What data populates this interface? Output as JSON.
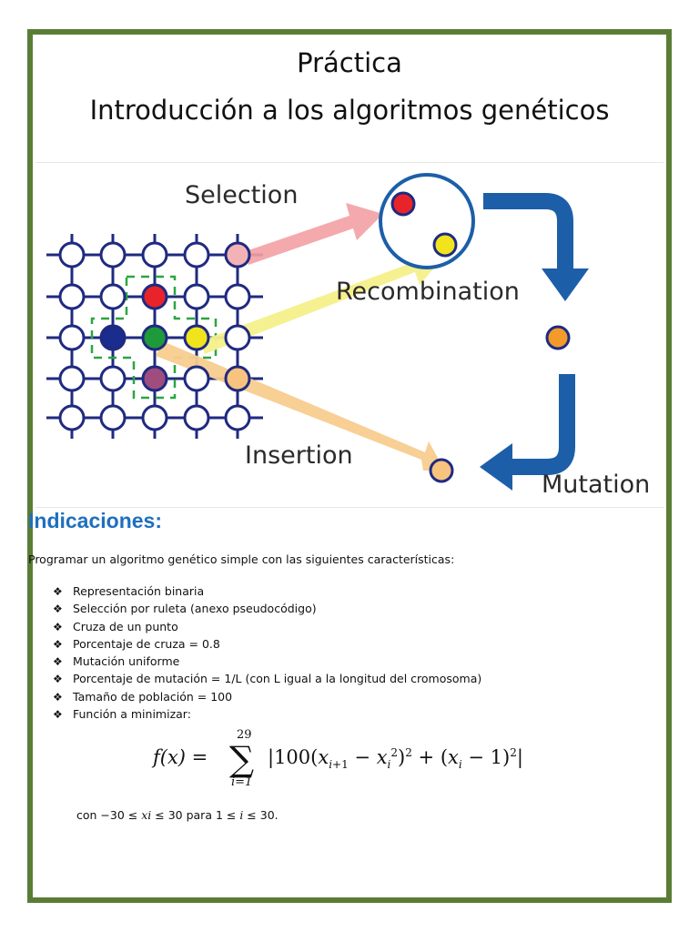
{
  "title": {
    "line1": "Práctica",
    "line2": "Introducción a los algoritmos genéticos"
  },
  "figure": {
    "labels": {
      "selection": "Selection",
      "recombination": "Recombination",
      "insertion": "Insertion",
      "mutation": "Mutation"
    },
    "colors": {
      "grid_line": "#1f2a80",
      "red": "#e8242a",
      "yellow": "#f2e41c",
      "blue": "#1a2c8c",
      "green": "#1f9a3a",
      "purple": "#a04c7e",
      "orange": "#f39b2a",
      "peach": "#f7c37e",
      "flow_arrow": "#1c5fa8"
    }
  },
  "indicaciones": {
    "heading": "Indicaciones:",
    "intro": "Programar un algoritmo genético simple con las siguientes características:",
    "items": [
      "Representación binaria",
      "Selección por ruleta (anexo pseudocódigo)",
      "Cruza de un punto",
      "Porcentaje de cruza = 0.8",
      "Mutación uniforme",
      "Porcentaje de mutación = 1/L (con L igual a la longitud del cromosoma)",
      "Tamaño de población = 100",
      "Función a minimizar:"
    ],
    "bullet_symbol": "❖"
  },
  "formula": {
    "lhs": "f(x) =",
    "sum_upper": "29",
    "sum_lower": "i=1",
    "sum_symbol": "∑"
  },
  "constraint": {
    "prefix": "con −30 ≤ ",
    "var": "xi",
    "middle": " ≤ 30 para 1 ≤ ",
    "index": "i",
    "suffix": " ≤ 30."
  },
  "frame_color": "#5a7d35",
  "heading_color": "#1e6fbf"
}
